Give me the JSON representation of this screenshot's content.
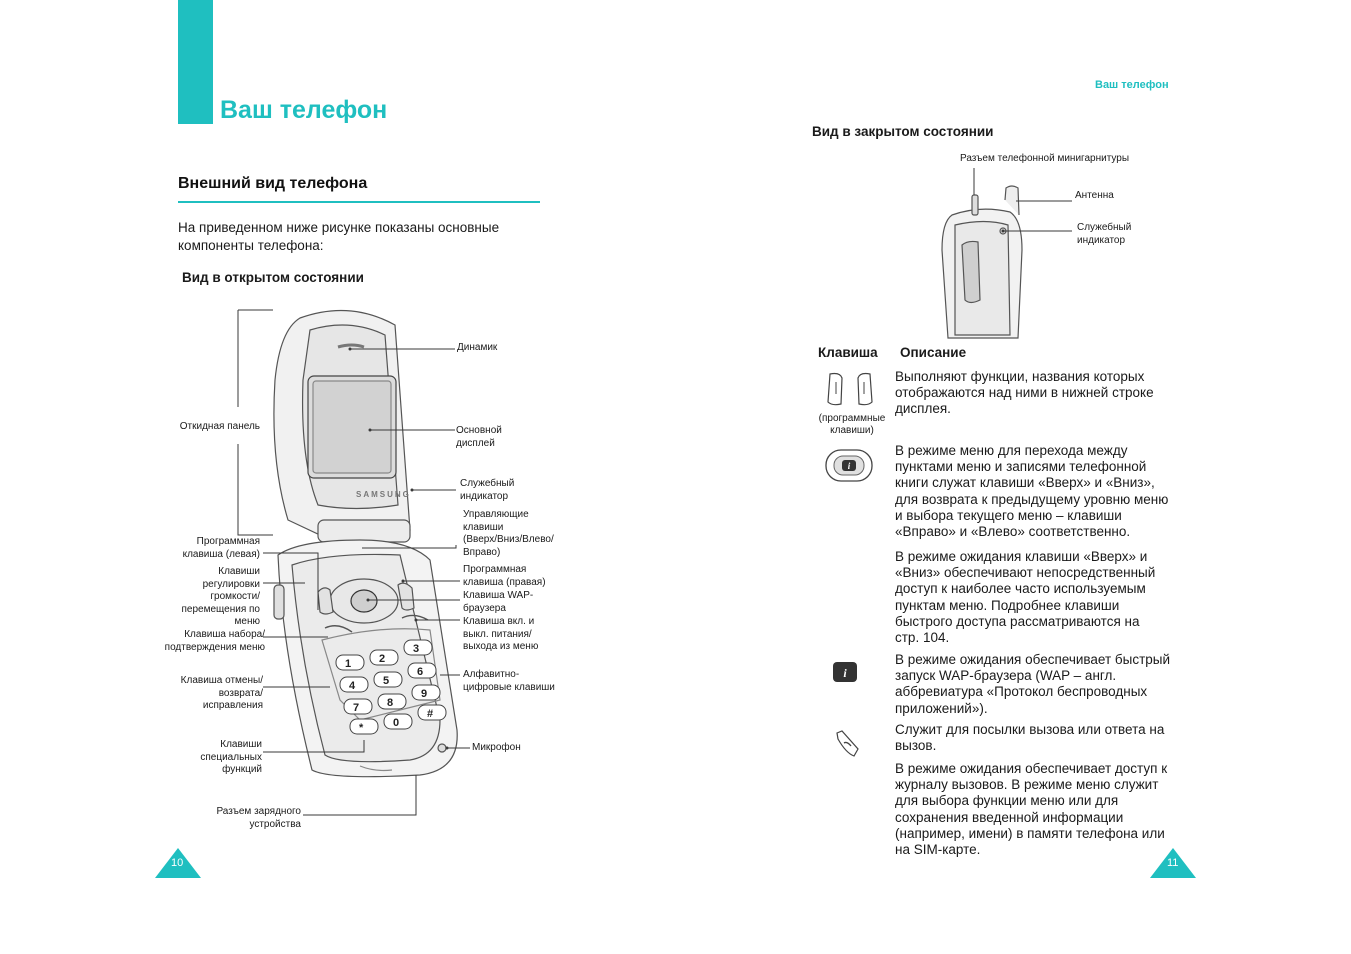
{
  "left_page": {
    "chapter_title": "Ваш телефон",
    "section_title": "Внешний вид телефона",
    "intro": "На приведенном ниже рисунке показаны основные компоненты телефона:",
    "subheading": "Вид в открытом состоянии",
    "page_number": "10",
    "phone_labels": {
      "flip": "Откидная панель",
      "soft_left": [
        "Программная",
        "клавиша (левая)"
      ],
      "volume": [
        "Клавиши",
        "регулировки",
        "громкости/",
        "перемещения по",
        "меню"
      ],
      "send": [
        "Клавиша набора/",
        "подтверждения меню"
      ],
      "cancel": [
        "Клавиша отмены/",
        "возврата/",
        "исправления"
      ],
      "special": [
        "Клавиши",
        "специальных",
        "функций"
      ],
      "charger": [
        "Разъем зарядного",
        "устройства"
      ],
      "speaker": "Динамик",
      "display": [
        "Основной",
        "дисплей"
      ],
      "indicator": [
        "Служебный",
        "индикатор"
      ],
      "nav": [
        "Управляющие",
        "клавиши",
        "(Вверх/Вниз/Влево/",
        "Вправо)"
      ],
      "soft_right": [
        "Программная",
        "клавиша (правая)"
      ],
      "wap": [
        "Клавиша WAP-",
        "браузера"
      ],
      "power": [
        "Клавиша вкл. и",
        "выкл. питания/",
        "выхода из меню"
      ],
      "alnum": [
        "Алфавитно-",
        "цифровые клавиши"
      ],
      "mic": "Микрофон"
    },
    "brand": "SAMSUNG",
    "keypad": [
      "1",
      "2",
      "3",
      "4",
      "5",
      "6",
      "7",
      "8",
      "9",
      "*",
      "0",
      "#"
    ]
  },
  "right_page": {
    "running_header": "Ваш телефон",
    "subheading": "Вид в закрытом состоянии",
    "closed_labels": {
      "headset": "Разъем телефонной минигарнитуры",
      "antenna": "Антенна",
      "indicator": [
        "Служебный",
        "индикатор"
      ]
    },
    "table_headers": {
      "key": "Клавиша",
      "description": "Описание"
    },
    "soft_keys_note": [
      "(программные",
      "клавиши)"
    ],
    "rows": [
      [
        "Выполняют функции, названия которых",
        "отображаются над ними в нижней строке",
        "дисплея."
      ],
      [
        "В режиме меню для перехода между",
        "пунктами меню и записями телефонной",
        "книги служат клавиши «Вверх» и «Вниз»,",
        "для возврата к предыдущему уровню меню",
        "и выбора текущего меню – клавиши",
        "«Вправо» и «Влево» соответственно."
      ],
      [
        "В режиме ожидания клавиши «Вверх» и",
        "«Вниз» обеспечивают непосредственный",
        "доступ к наиболее часто используемым",
        "пунктам меню. Подробнее клавиши",
        "быстрого доступа рассматриваются на",
        "стр. 104."
      ],
      [
        "В режиме ожидания обеспечивает быстрый",
        "запуск WAP-браузера (WAP – англ.",
        "аббревиатура «Протокол беспроводных",
        "приложений»)."
      ],
      [
        "Служит для посылки вызова или ответа на",
        "вызов."
      ],
      [
        "В режиме ожидания обеспечивает доступ к",
        "журналу вызовов. В режиме меню служит",
        "для выбора функции меню или для",
        "сохранения введенной информации",
        "(например, имени) в памяти телефона или",
        "на SIM-карте."
      ]
    ],
    "page_number": "11"
  },
  "colors": {
    "accent": "#1fbfc0",
    "text": "#1a1a1a",
    "line": "#3a3a3a"
  }
}
